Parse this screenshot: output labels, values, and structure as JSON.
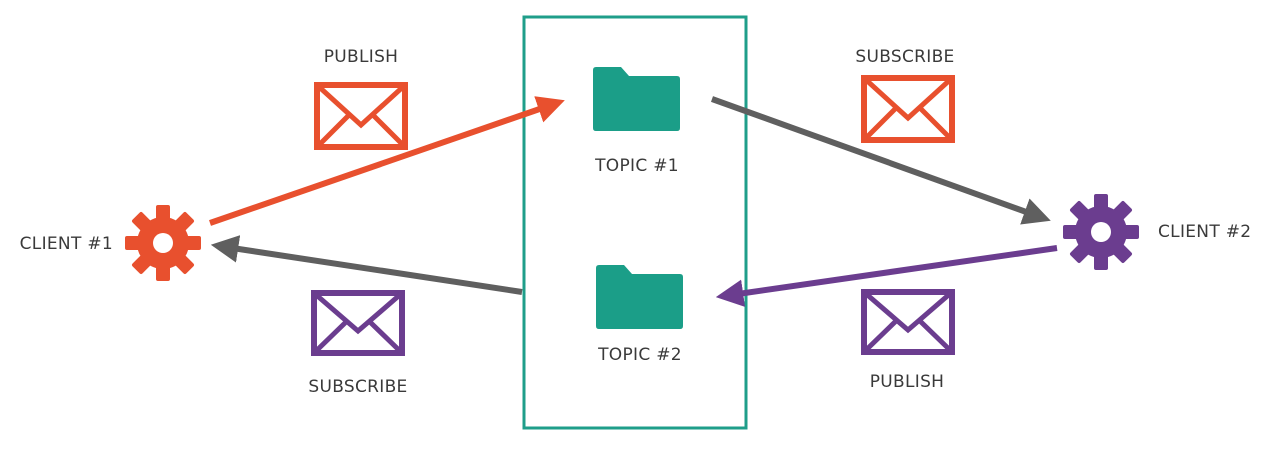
{
  "broker": {
    "topics": [
      {
        "label": "TOPIC #1"
      },
      {
        "label": "TOPIC #2"
      }
    ]
  },
  "clients": [
    {
      "label": "CLIENT #1",
      "color": "#e8502e"
    },
    {
      "label": "CLIENT #2",
      "color": "#6b3d8f"
    }
  ],
  "messages": [
    {
      "label": "PUBLISH",
      "color": "#e8502e",
      "icon": "envelope-icon"
    },
    {
      "label": "SUBSCRIBE",
      "color": "#e8502e",
      "icon": "envelope-icon"
    },
    {
      "label": "SUBSCRIBE",
      "color": "#6b3d8f",
      "icon": "envelope-icon"
    },
    {
      "label": "PUBLISH",
      "color": "#6b3d8f",
      "icon": "envelope-icon"
    }
  ],
  "colors": {
    "broker_border": "#1f9e8a",
    "folder": "#1b9e88",
    "gray_arrow": "#5f5f5f",
    "label_text": "#3a3a3a"
  }
}
